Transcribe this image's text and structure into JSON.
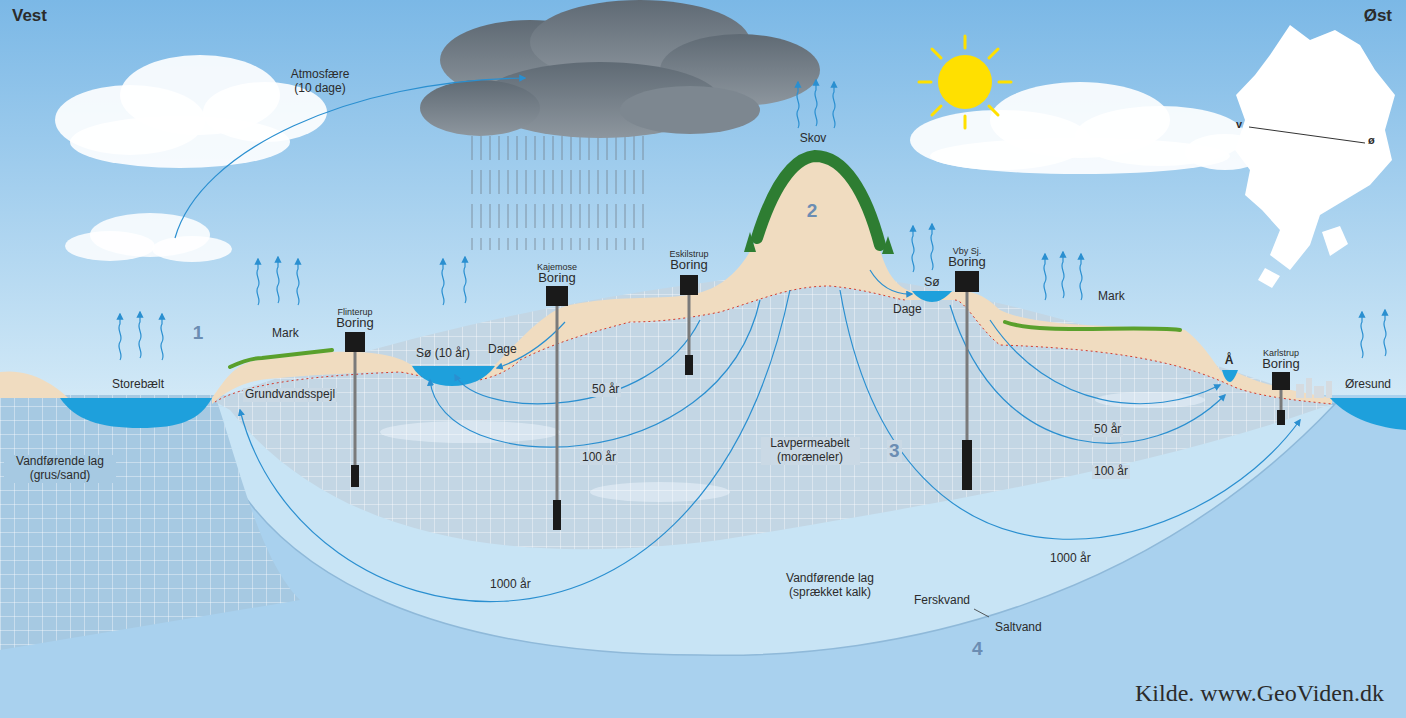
{
  "diagram": {
    "caption": "Kilde. www.GeoViden.dk",
    "labels": [
      "Vest",
      "Øst",
      "v",
      "ø",
      "Atmosfære (10 dage)",
      "Skov",
      "2",
      "1",
      "Mark",
      "Flinterup",
      "Boring",
      "Sø (10 år)",
      "Storebælt",
      "Kajemose",
      "Boring",
      "Eskilstrup",
      "Boring",
      "Dage",
      "Grundvandsspejl",
      "50 år",
      "Sø",
      "Dage",
      "Vby Sj.",
      "Boring",
      "Mark",
      "Å",
      "Karlstrup",
      "Boring",
      "Øresund",
      "50 år",
      "100 år",
      "Vandførende lag (grus/sand)",
      "100 år",
      "Lavpermeabelt (moræneler)",
      "3",
      "1000 år",
      "Vandførende lag (sprækket kalk)",
      "1000 år",
      "Ferskvand",
      "Saltvand",
      "4"
    ]
  }
}
